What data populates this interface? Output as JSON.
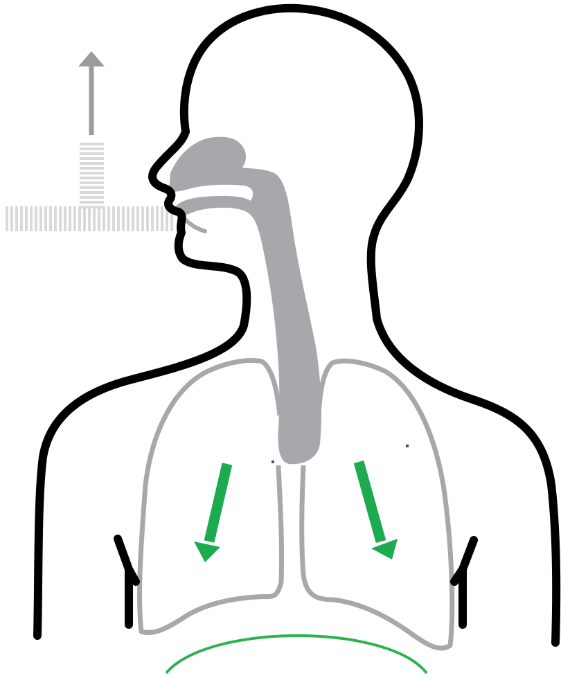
{
  "diagram": {
    "subject": "exhalation",
    "elements": [
      "head-and-torso-outline",
      "airway-trachea",
      "left-lung",
      "right-lung",
      "airflow-out-of-mouth",
      "airflow-up-arrow",
      "lung-movement-arrows",
      "diaphragm",
      "rib-markers"
    ],
    "colors": {
      "outline": "#000000",
      "airway": "#a7a8ab",
      "lung_outline": "#a7a8ab",
      "airflow": "#d7d7d7",
      "airflow_arrow": "#9b9b9b",
      "movement_arrow": "#1cab4f",
      "diaphragm": "#2bb34f",
      "speck": "#3b4a78"
    },
    "icons": {
      "lung_arrow_left": "arrow-down-left-icon",
      "lung_arrow_right": "arrow-down-right-icon",
      "airflow_arrow": "arrow-up-icon"
    }
  }
}
